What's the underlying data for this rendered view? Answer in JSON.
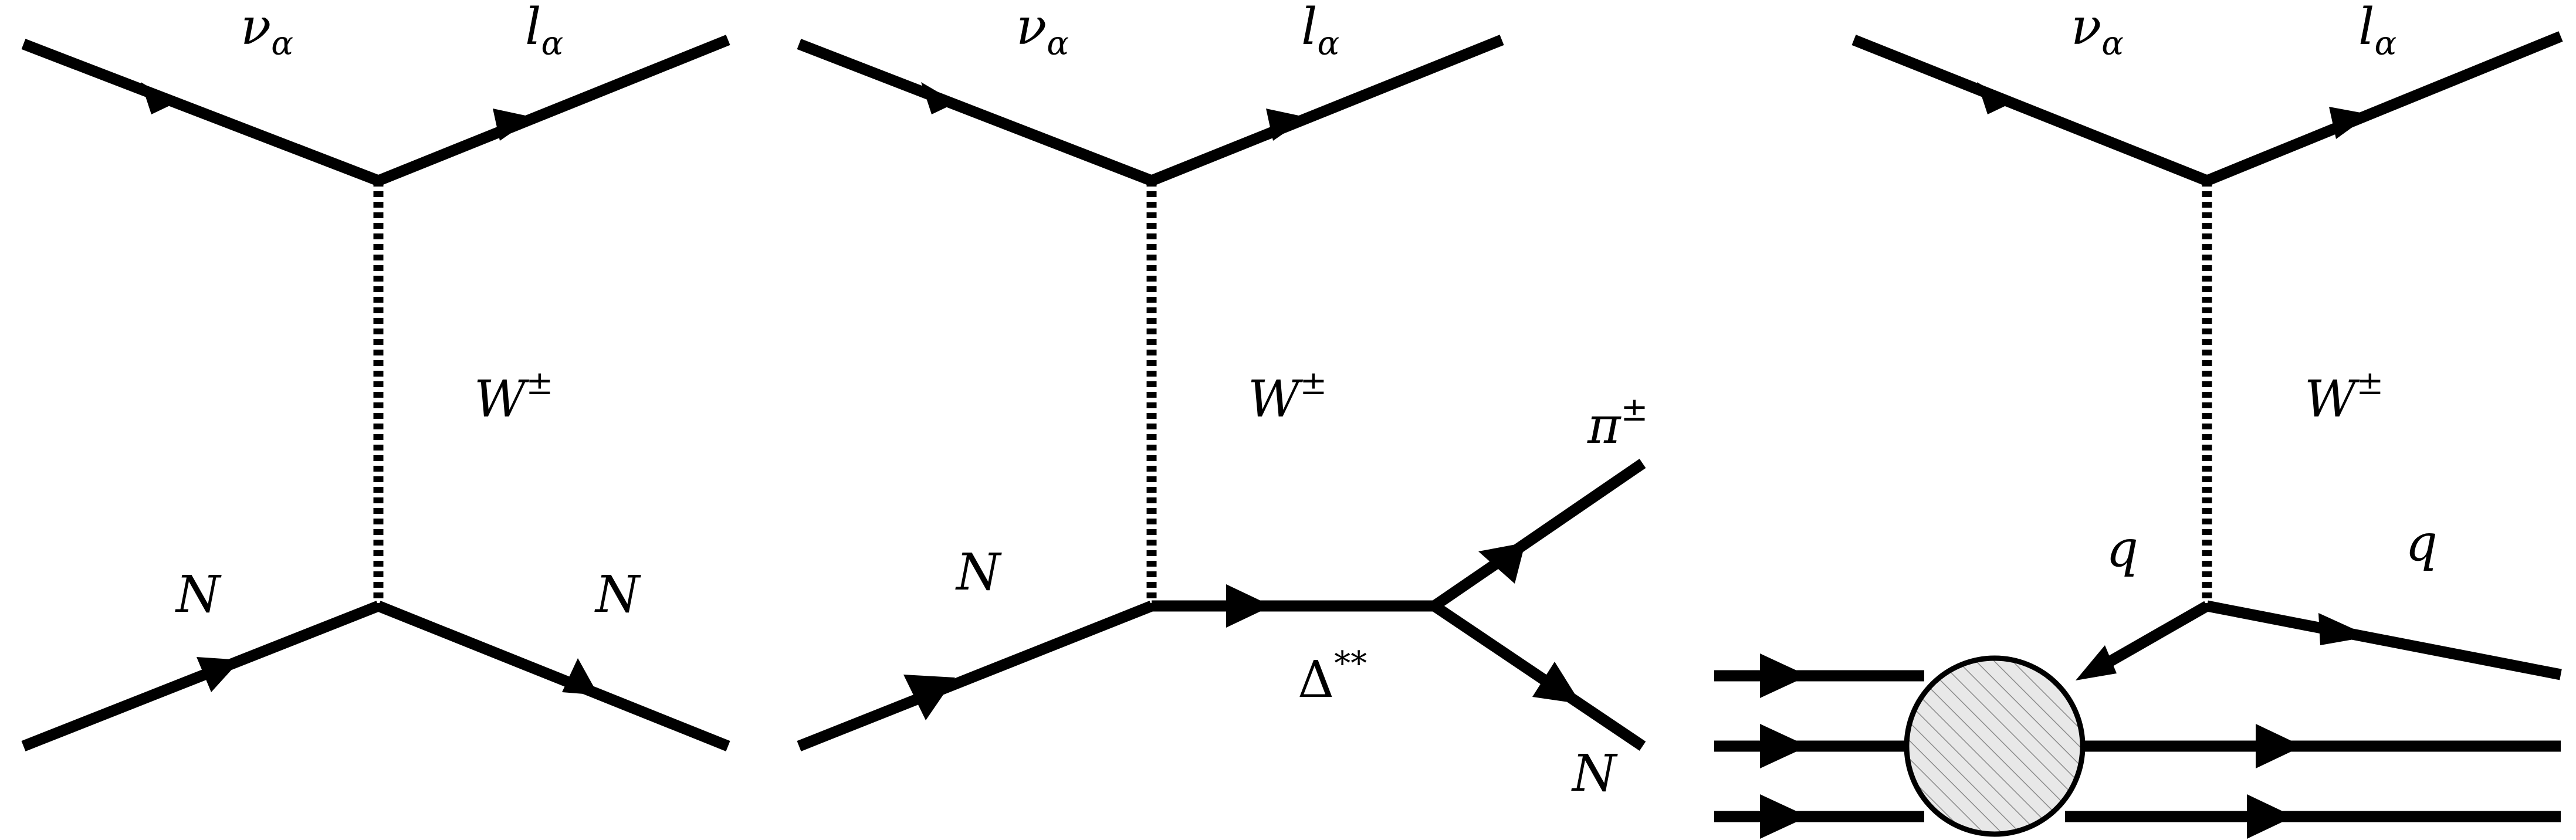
{
  "diagrams": [
    {
      "labels": {
        "nu": {
          "main": "ν",
          "sub": "α"
        },
        "l": {
          "main": "l",
          "sub": "α"
        },
        "w": {
          "main": "W",
          "sup": "±"
        },
        "n_in": {
          "main": "N"
        },
        "n_out": {
          "main": "N"
        }
      }
    },
    {
      "labels": {
        "nu": {
          "main": "ν",
          "sub": "α"
        },
        "l": {
          "main": "l",
          "sub": "α"
        },
        "w": {
          "main": "W",
          "sup": "±"
        },
        "n_in": {
          "main": "N"
        },
        "delta": {
          "main": "Δ",
          "sup": "**"
        },
        "pi": {
          "main": "π",
          "sup": "±"
        },
        "n_out": {
          "main": "N"
        }
      }
    },
    {
      "labels": {
        "nu": {
          "main": "ν",
          "sub": "α"
        },
        "l": {
          "main": "l",
          "sub": "α"
        },
        "w": {
          "main": "W",
          "sup": "±"
        },
        "q_in": {
          "main": "q"
        },
        "q_out": {
          "main": "q"
        }
      }
    }
  ]
}
